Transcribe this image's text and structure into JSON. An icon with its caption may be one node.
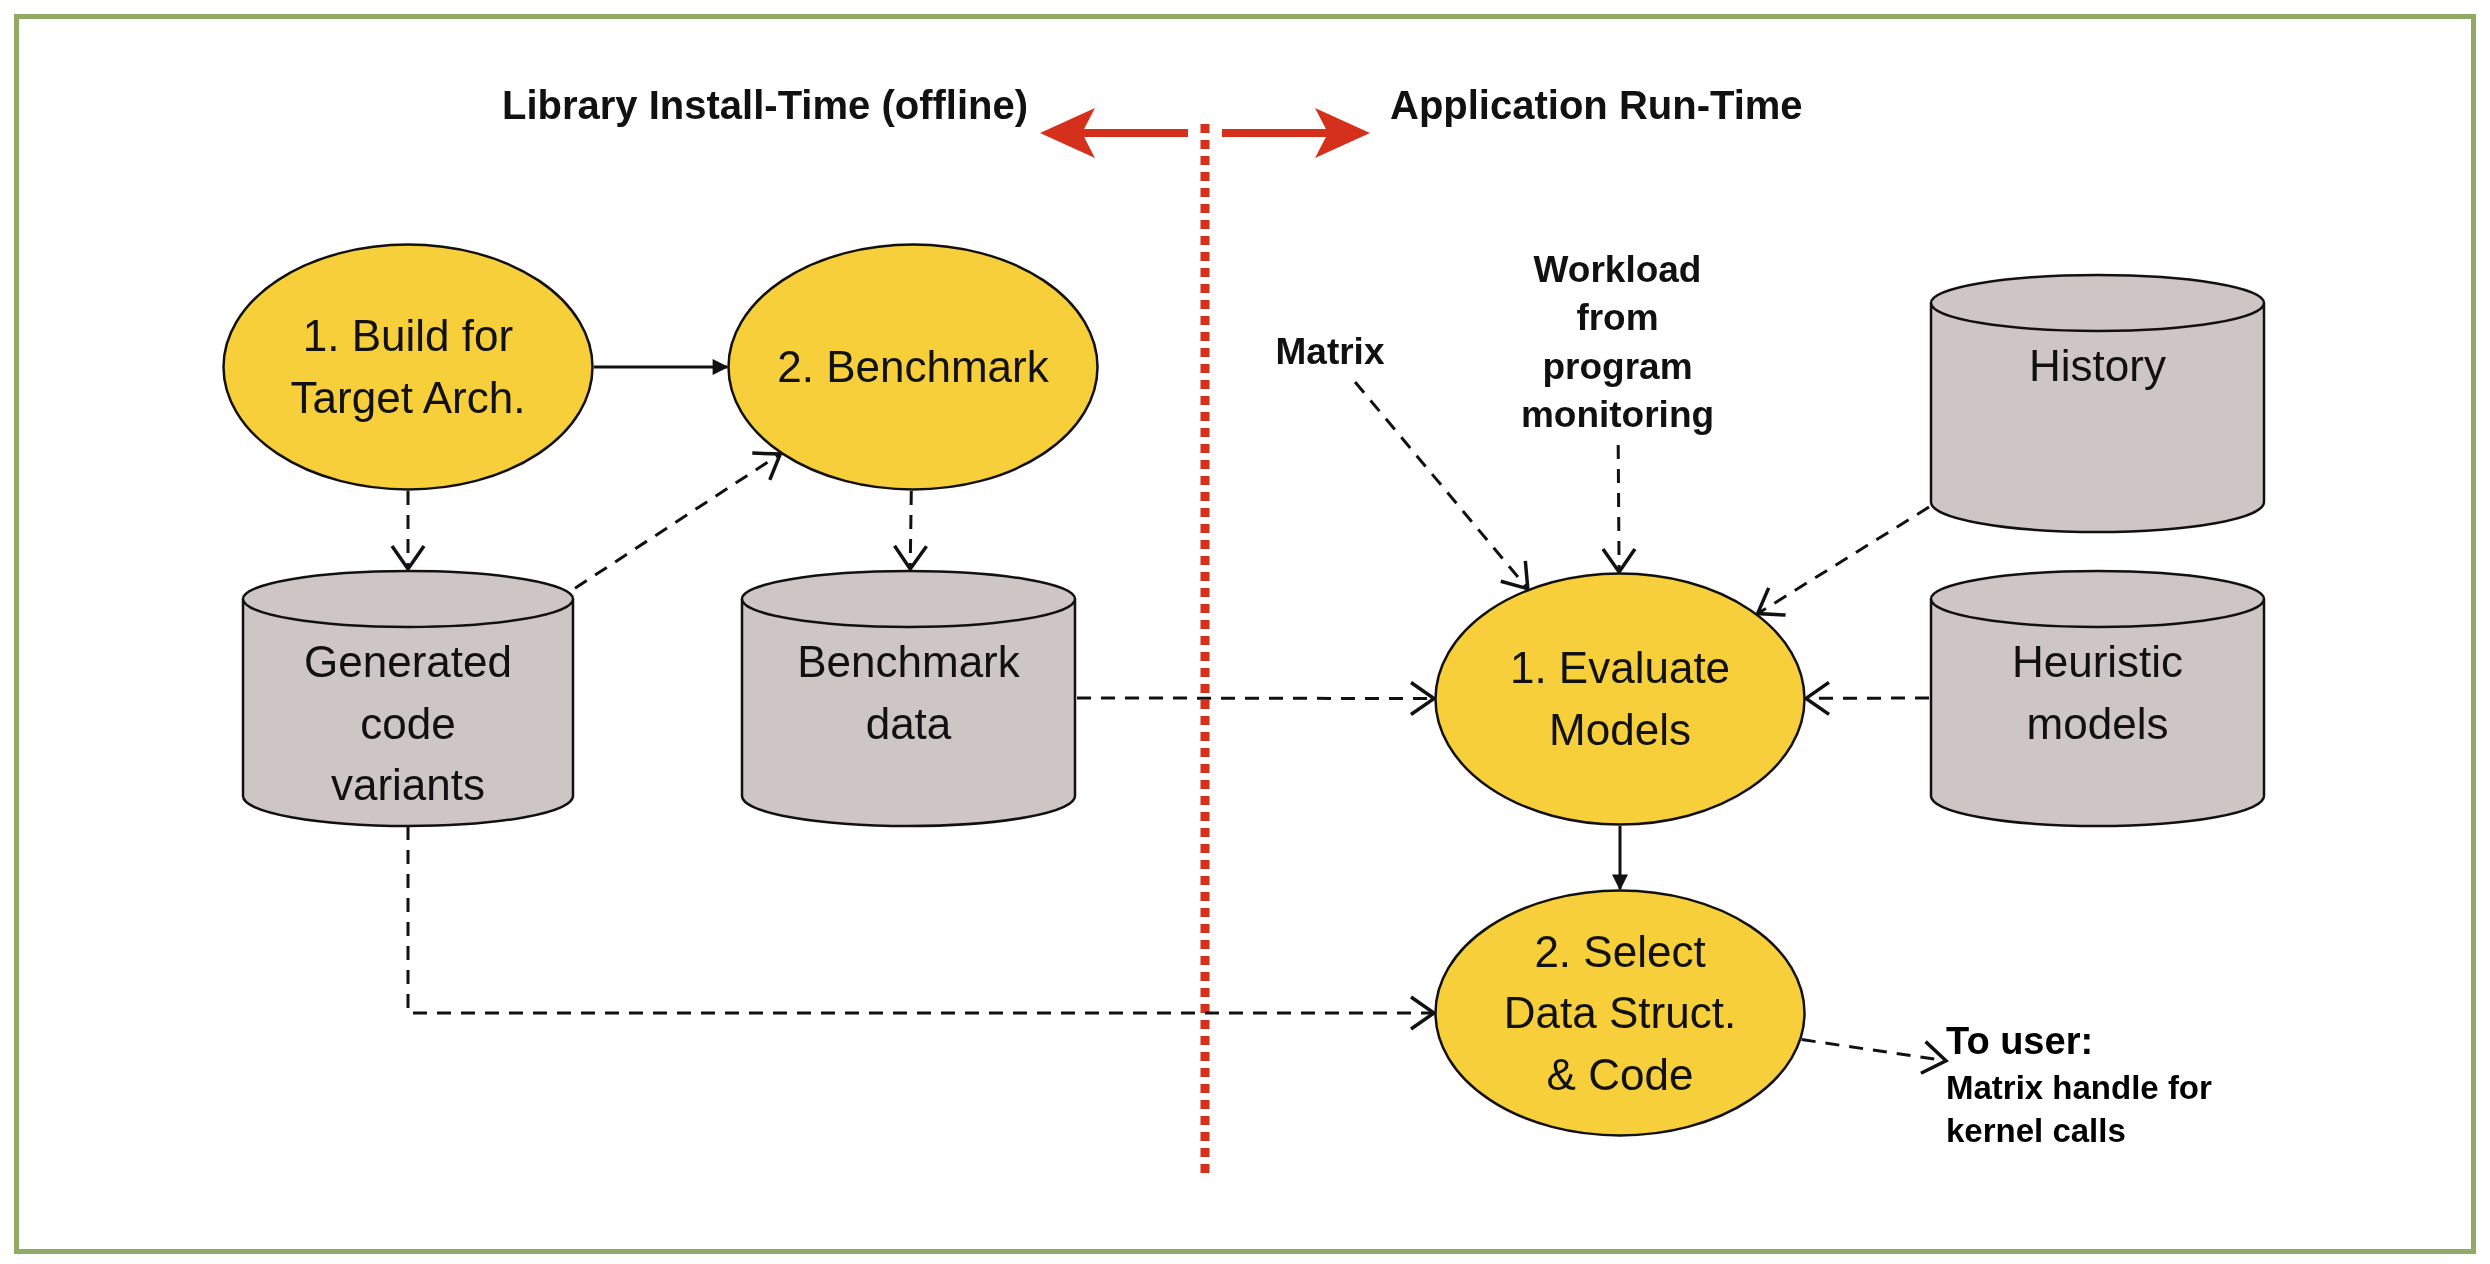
{
  "diagram": {
    "nodes": [
      {
        "text": [
          "1. Build for Target Arch."
        ]
      },
      {
        "text": [
          "2. Benchmark"
        ]
      },
      {
        "text": [
          "Generated code variants"
        ]
      },
      {
        "text": [
          "Benchmark data"
        ]
      },
      {
        "text": [
          "Matrix"
        ]
      },
      {
        "text": [
          "Workload from program monitoring"
        ]
      },
      {
        "text": [
          "History"
        ]
      },
      {
        "text": [
          "1. Evaluate Models"
        ]
      },
      {
        "text": [
          "Heuristic models"
        ]
      },
      {
        "text": [
          "2. Select Data Struct. & Code"
        ]
      },
      {
        "text": [
          "To user:",
          "Matrix handle for kernel calls"
        ]
      }
    ],
    "edges": [
      {
        "from": 0,
        "to": 1,
        "arrow": "to"
      },
      {
        "from": 0,
        "to": 2,
        "arrow": "to",
        "style": "dashed"
      },
      {
        "from": 2,
        "to": 1,
        "arrow": "to",
        "style": "dashed"
      },
      {
        "from": 1,
        "to": 3,
        "arrow": "to",
        "style": "dashed"
      },
      {
        "from": 3,
        "to": 7,
        "arrow": "to",
        "style": "dashed"
      },
      {
        "from": 4,
        "to": 7,
        "arrow": "to",
        "style": "dashed"
      },
      {
        "from": 5,
        "to": 7,
        "arrow": "to",
        "style": "dashed"
      },
      {
        "from": 6,
        "to": 7,
        "arrow": "to",
        "style": "dashed"
      },
      {
        "from": 8,
        "to": 7,
        "arrow": "to",
        "style": "dashed"
      },
      {
        "from": 7,
        "to": 9,
        "arrow": "to"
      },
      {
        "from": 2,
        "to": 9,
        "arrow": "to",
        "style": "dashed"
      },
      {
        "from": 9,
        "to": 10,
        "arrow": "to",
        "style": "dashed"
      }
    ],
    "labels": [
      "Library Install-Time (offline)",
      "Application Run-Time"
    ]
  }
}
